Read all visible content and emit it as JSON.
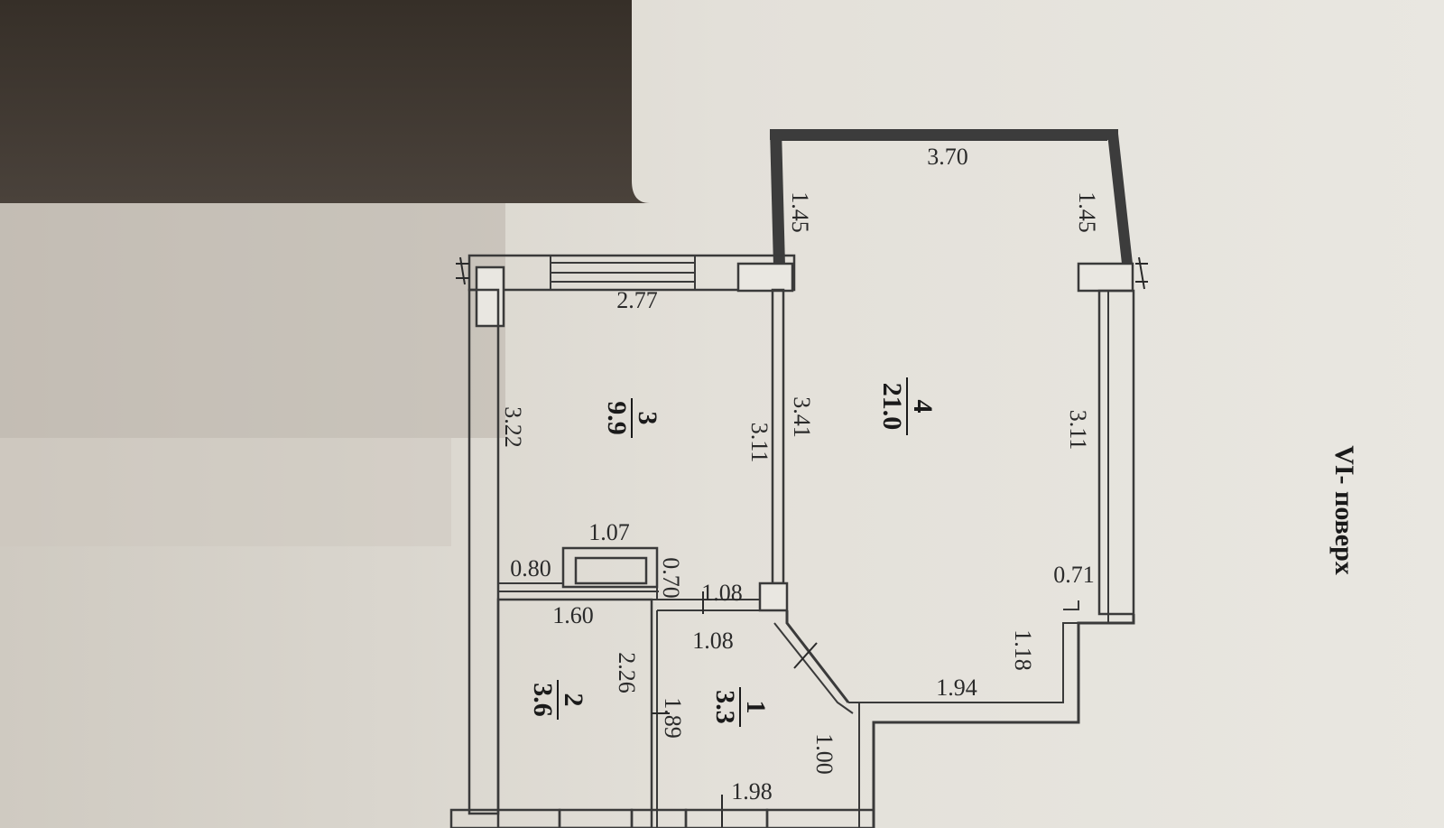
{
  "rooms": [
    {
      "number": "1",
      "area": "3.3"
    },
    {
      "number": "2",
      "area": "3.6"
    },
    {
      "number": "3",
      "area": "9.9"
    },
    {
      "number": "4",
      "area": "21.0"
    }
  ],
  "dims": {
    "balcony_top": "3.70",
    "balcony_left": "1.45",
    "balcony_right": "1.45",
    "room3_top": "2.77",
    "room3_left": "3.22",
    "room3_right": "3.11",
    "room4_left": "3.41",
    "room4_right": "3.11",
    "room4_bottom_right": "0.71",
    "room4_step": "1.18",
    "room4_bottom": "1.94",
    "closet_top": "1.07",
    "closet_left": "0.80",
    "closet_right": "0.70",
    "hall_top1": "1.08",
    "hall_top2": "1.08",
    "room2_top": "1.60",
    "room2_right": "2.26",
    "room1_left": "1.89",
    "room1_right": "1.00",
    "room1_bottom": "1.98"
  },
  "floor_label": "VI- поверх"
}
